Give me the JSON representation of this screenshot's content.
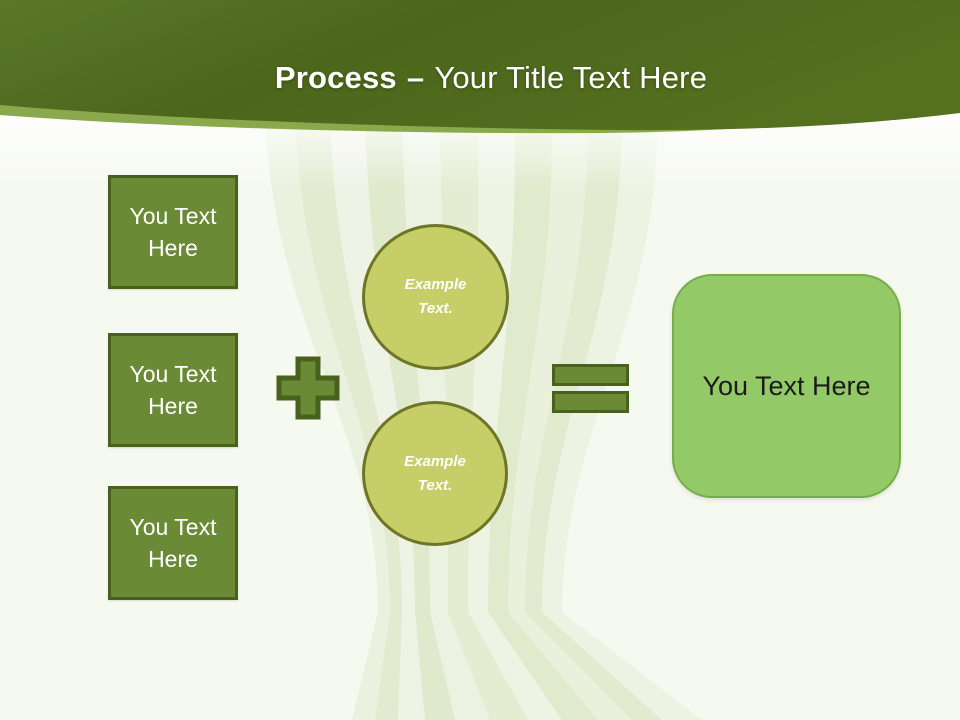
{
  "slide_title": {
    "bold": "Process",
    "separator": "–",
    "regular": "Your Title Text Here"
  },
  "input_boxes": [
    {
      "label": "You Text Here"
    },
    {
      "label": "You Text Here"
    },
    {
      "label": "You Text Here"
    }
  ],
  "example_circles": [
    {
      "label": "Example Text."
    },
    {
      "label": "Example Text."
    }
  ],
  "result_box": {
    "label": "You Text Here"
  },
  "icons": [
    {
      "name": "plus-icon",
      "shape": "green cross with dark green outline"
    },
    {
      "name": "equals-icon",
      "shape": "two green bars with dark green outline"
    }
  ],
  "theme": {
    "bg": "#F6F9F0",
    "header_a": "#5B7827",
    "header_b": "#4C661C",
    "header_c": "#55701F",
    "accent_wave": "#8AA84C",
    "shape_green": "#6A8A35",
    "shape_green_dark": "#48611C",
    "circle_fill": "#C5CE67",
    "circle_border": "#6F7526",
    "result_fill": "#93C966",
    "result_border": "#76AD48",
    "title_color": "#FFFFFF",
    "result_text": "#1B1B1B"
  }
}
